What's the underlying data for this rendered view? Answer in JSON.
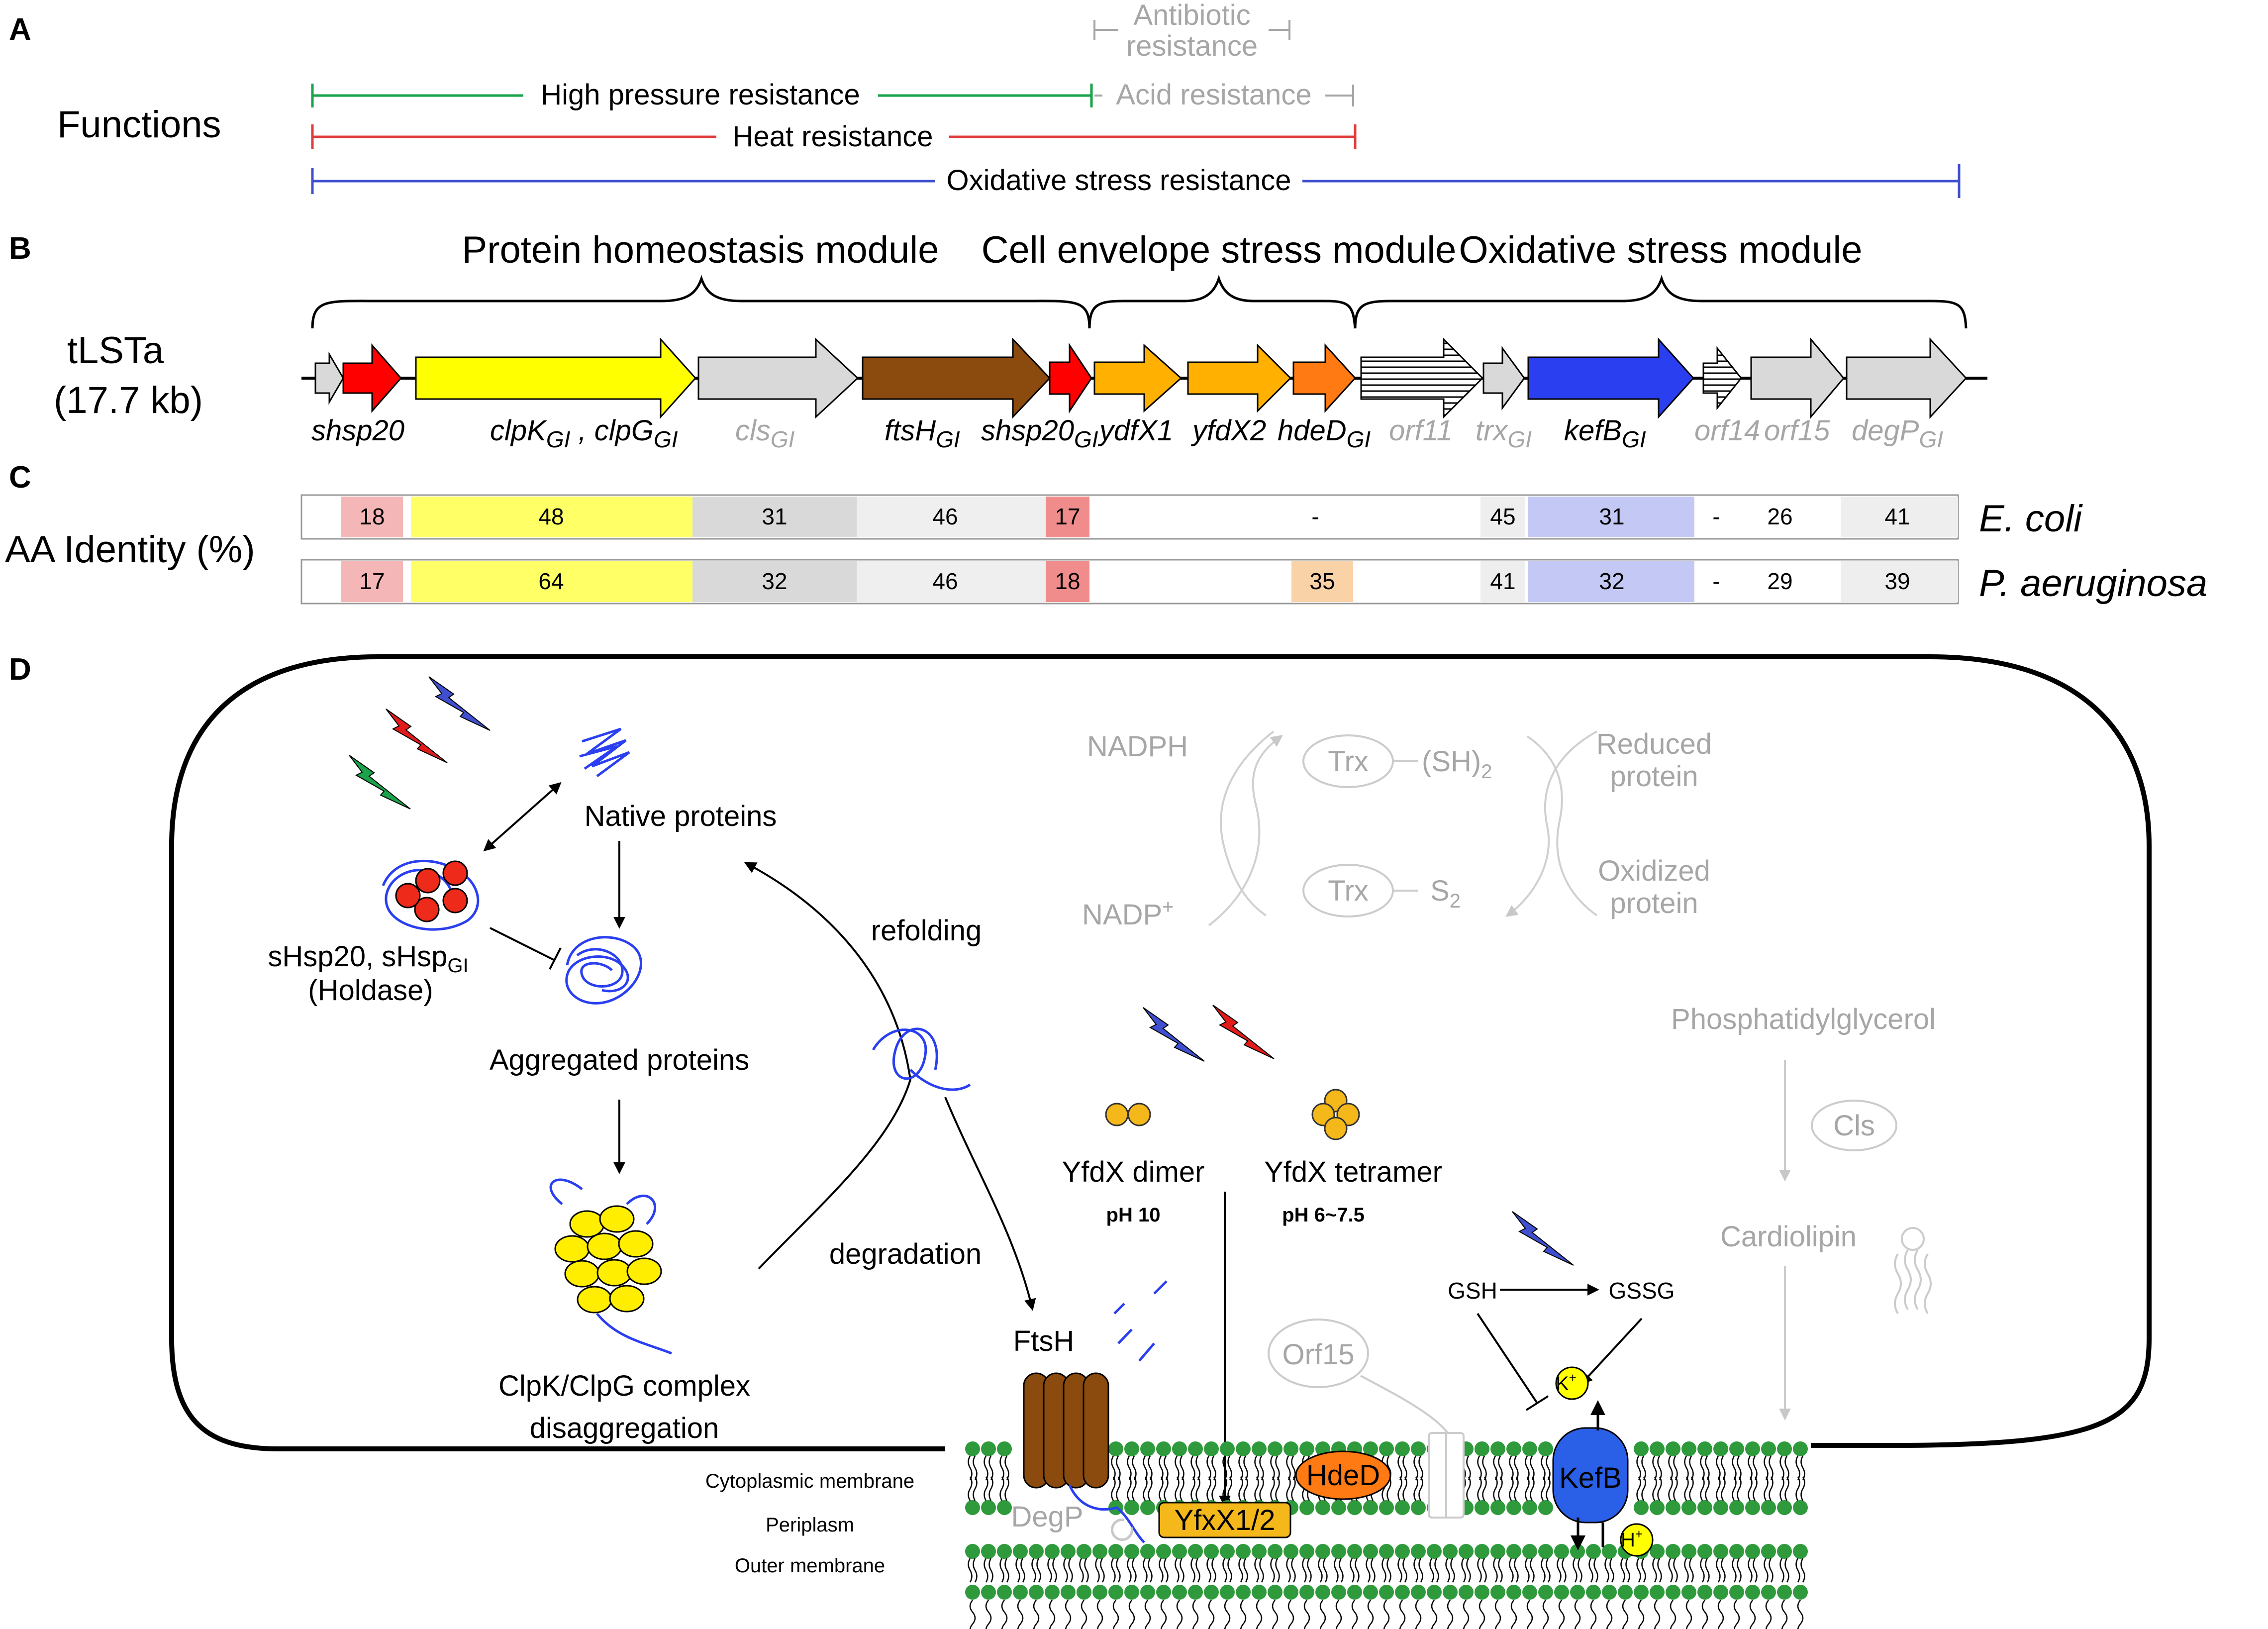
{
  "panels": {
    "a": "A",
    "b": "B",
    "c": "C",
    "d": "D"
  },
  "panel_a": {
    "row_label": "Functions",
    "functions": {
      "high_pressure": "High pressure resistance",
      "antibiotic_line1": "Antibiotic",
      "antibiotic_line2": "resistance",
      "acid": "Acid resistance",
      "heat": "Heat resistance",
      "oxidative": "Oxidative  stress resistance"
    },
    "colors": {
      "high_pressure": "#1aa34a",
      "heat": "#e03c3c",
      "oxidative": "#3f4fd0",
      "gray": "#a6a6a6"
    }
  },
  "panel_b": {
    "island_name": "tLSTa",
    "island_size": "(17.7 kb)",
    "modules": {
      "protein": "Protein homeostasis module",
      "envelope": "Cell envelope stress module",
      "oxidative": "Oxidative stress module"
    },
    "gene_labels": {
      "shsp20": "shsp20",
      "clpk": "clpK",
      "clpk_sub": "GI",
      "comma": " , ",
      "clpg": "clpG",
      "clpg_sub": "GI",
      "cls": "cls",
      "cls_sub": "GI",
      "ftsh": "ftsH",
      "ftsh_sub": "GI",
      "shsp20gi": "shsp20",
      "shsp20gi_sub": "GI",
      "ydfx1": "ydfX1",
      "yfdx2": "yfdX2",
      "hded": "hdeD",
      "hded_sub": "GI",
      "orf11": "orf11",
      "trx": "trx",
      "trx_sub": "GI",
      "kefb": "kefB",
      "kefb_sub": "GI",
      "orf14": "orf14",
      "orf15": "orf15",
      "degp": "degP",
      "degp_sub": "GI"
    },
    "gene_colors": {
      "gray": "#d9d9d9",
      "red": "#ff0000",
      "yellow": "#ffff00",
      "brown": "#8b4a0e",
      "orange": "#ffb000",
      "dark_orange": "#ff7a12",
      "blue": "#2a3ff0",
      "striped": "#ffffff"
    }
  },
  "panel_c": {
    "row_label": "AA Identity (%)",
    "species": [
      "E. coli",
      "P. aeruginosa"
    ],
    "rows": [
      {
        "species": "E. coli",
        "values": {
          "shsp20": "18",
          "clp": "48",
          "cls": "31",
          "ftsh": "46",
          "shsp20gi": "17",
          "envelope": "-",
          "trx": "45",
          "kefb": "31",
          "orf14": "-",
          "orf15": "26",
          "degp": "41"
        }
      },
      {
        "species": "P. aeruginosa",
        "values": {
          "shsp20": "17",
          "clp": "64",
          "cls": "32",
          "ftsh": "46",
          "shsp20gi": "18",
          "hded": "35",
          "trx": "41",
          "kefb": "32",
          "orf14": "-",
          "orf15": "29",
          "degp": "39"
        }
      }
    ]
  },
  "panel_d": {
    "native_proteins": "Native proteins",
    "shsp_line1": "sHsp20, sHsp",
    "shsp_sub": "GI",
    "shsp_line2": "(Holdase)",
    "aggregated": "Aggregated proteins",
    "clp_complex_line1": "ClpK/ClpG complex",
    "clp_complex_line2": "disaggregation",
    "refolding": "refolding",
    "degradation": "degradation",
    "ftsh": "FtsH",
    "degp": "DegP",
    "cytoplasmic_membrane": "Cytoplasmic membrane",
    "periplasm": "Periplasm",
    "outer_membrane": "Outer membrane",
    "nadph": "NADPH",
    "nadp": "NADP",
    "nadp_sup": "+",
    "trx": "Trx",
    "sh2": "(SH)",
    "sh2_sub": "2",
    "s2": "S",
    "s2_sub": "2",
    "reduced_line1": "Reduced",
    "reduced_line2": "protein",
    "oxidized_line1": "Oxidized",
    "oxidized_line2": "protein",
    "yfdx_dimer": "YfdX dimer",
    "ph_dimer": "pH  10",
    "yfdx_tetramer": "YfdX tetramer",
    "ph_tetramer": "pH  6~7.5",
    "phosphatidylglycerol": "Phosphatidylglycerol",
    "cls": "Cls",
    "cardiolipin": "Cardiolipin",
    "gsh": "GSH",
    "gssg": "GSSG",
    "kplus": "K",
    "kplus_sup": "+",
    "hplus": "H",
    "hplus_sup": "+",
    "kefb": "KefB",
    "orf15": "Orf15",
    "hded": "HdeD",
    "yfxx": "YfxX1/2"
  }
}
